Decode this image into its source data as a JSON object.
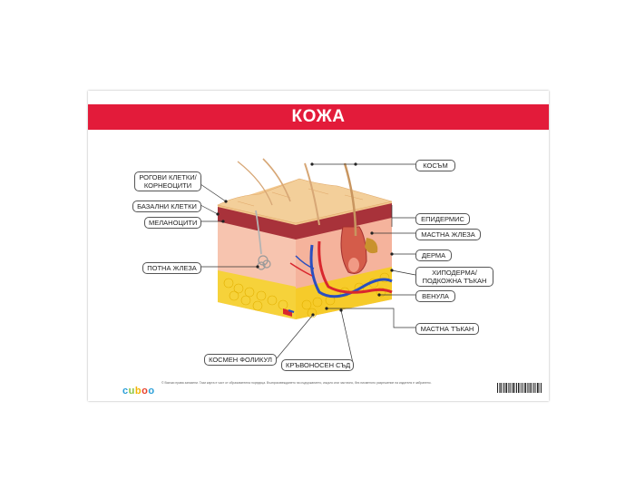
{
  "title": "КОЖА",
  "labels": {
    "rogovi": "РОГОВИ КЛЕТКИ/ КОРНЕОЦИТИ",
    "bazalni": "БАЗАЛНИ КЛЕТКИ",
    "melanociti": "МЕЛАНОЦИТИ",
    "potna": "ПОТНА ЖЛЕЗА",
    "kosmen": "КОСМЕН ФОЛИКУЛ",
    "kruvonosen": "КРЪВОНОСЕН СЪД",
    "kosum": "КОСЪМ",
    "epidermis": "ЕПИДЕРМИС",
    "mastna_jleza": "МАСТНА ЖЛЕЗА",
    "derma": "ДЕРМА",
    "hipoderma": "ХИПОДЕРМА/ ПОДКОЖНА ТЪКАН",
    "venula": "ВЕНУЛА",
    "mastna_tukan": "МАСТНА ТЪКАН"
  },
  "brand": {
    "letters": [
      "c",
      "u",
      "b",
      "o",
      "o"
    ],
    "colors": [
      "#2a9fd8",
      "#8bc43f",
      "#f4b400",
      "#e8412c",
      "#2a9fd8"
    ]
  },
  "fine_print": "© Всички права запазени. Тази карта е част от образователна поредица. Възпроизвеждането на съдържанието, изцяло или частично, без писменото разрешение на издателя е забранено.",
  "colors": {
    "accent": "#e31b3a",
    "epidermis": "#b53a3f",
    "dermis": "#f2b9a3",
    "fat": "#f6cf2e",
    "vein": "#2a4fbf",
    "artery": "#d9272e"
  }
}
